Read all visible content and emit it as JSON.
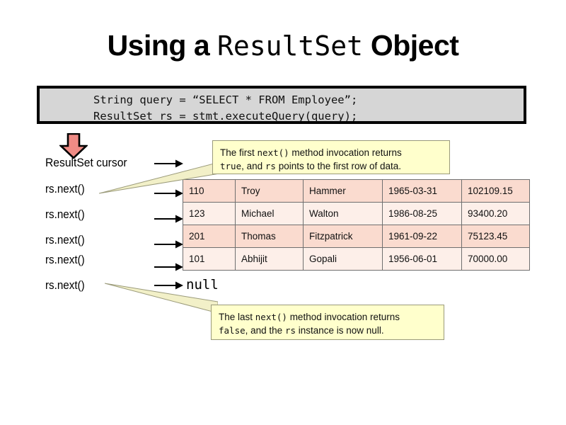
{
  "title": {
    "prefix": "Using a ",
    "mono": "ResultSet",
    "suffix": " Object"
  },
  "code": {
    "line1": "String query = “SELECT * FROM Employee”;",
    "line2": "ResultSet rs = stmt.executeQuery(query);",
    "background": "#d6d6d6",
    "border": "#000000"
  },
  "cursor": {
    "arrow_color": "#ef8b85",
    "arrow_outline": "#000000",
    "label": "ResultSet cursor"
  },
  "next_calls": [
    {
      "label": "rs.next()"
    },
    {
      "label": "rs.next()"
    },
    {
      "label": "rs.next()"
    },
    {
      "label": "rs.next()"
    },
    {
      "label": "rs.next()"
    }
  ],
  "table": {
    "row_color_odd": "#fadbcf",
    "row_color_even": "#fdefe9",
    "border_color": "#6f6f6f",
    "rows": [
      [
        "110",
        "Troy",
        "Hammer",
        "1965-03-31",
        "102109.15"
      ],
      [
        "123",
        "Michael",
        "Walton",
        "1986-08-25",
        "93400.20"
      ],
      [
        "201",
        "Thomas",
        "Fitzpatrick",
        "1961-09-22",
        "75123.45"
      ],
      [
        "101",
        "Abhijit",
        "Gopali",
        "1956-06-01",
        "70000.00"
      ]
    ]
  },
  "null_result": "null",
  "callouts": {
    "first": {
      "line1_a": "The first ",
      "line1_mono": "next()",
      "line1_b": " method invocation returns",
      "line2_mono": "true",
      "line2_a": ", and ",
      "line2_mono2": "rs",
      "line2_b": " points to the first row of data.",
      "background": "#ffffcc",
      "border": "#9a9a7a"
    },
    "last": {
      "line1_a": "The last ",
      "line1_mono": "next()",
      "line1_b": " method invocation returns",
      "line2_mono": "false",
      "line2_a": ", and the ",
      "line2_mono2": "rs",
      "line2_b": " instance is now null.",
      "background": "#ffffcc",
      "border": "#9a9a7a"
    }
  }
}
